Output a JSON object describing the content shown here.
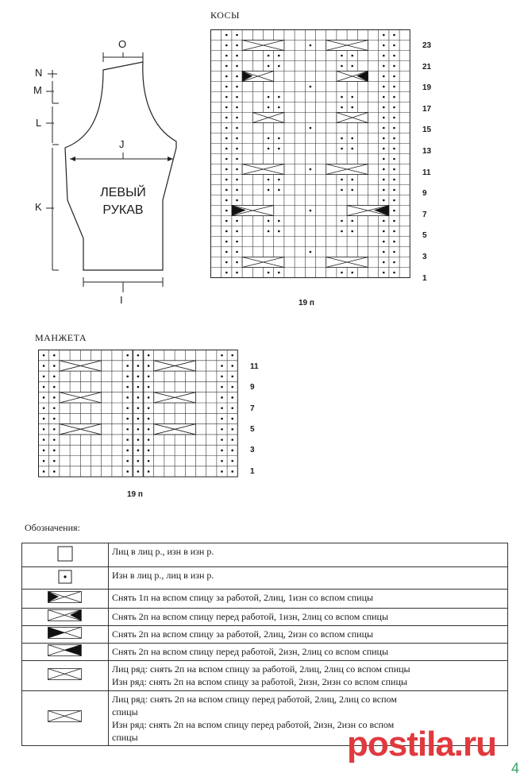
{
  "sleeve_diagram": {
    "text_line1": "ЛЕВЫЙ",
    "text_line2": "РУКАВ",
    "labels": {
      "O": "O",
      "N": "N",
      "M": "M",
      "L": "L",
      "J": "J",
      "K": "K",
      "I": "I"
    }
  },
  "cables_chart": {
    "title": "КОСЫ",
    "row_numbers": [
      "23",
      "21",
      "19",
      "17",
      "15",
      "13",
      "11",
      "9",
      "7",
      "5",
      "3",
      "1"
    ],
    "stitch_count": "19 п"
  },
  "cuff_chart": {
    "title": "МАНЖЕТА",
    "row_numbers": [
      "11",
      "9",
      "7",
      "5",
      "3",
      "1"
    ],
    "stitch_count": "19 п"
  },
  "legend": {
    "title": "Обозначения:",
    "rows": [
      {
        "symbol": "knit-square-icon",
        "lines": [
          "Лиц в лиц р., изн в изн р."
        ]
      },
      {
        "symbol": "purl-dot-icon",
        "lines": [
          "Изн в лиц р., лиц в изн р."
        ]
      },
      {
        "symbol": "cable-1-2-back-icon",
        "lines": [
          "Снять 1п на вспом спицу за работой, 2лиц, 1изн со вспом спицы"
        ]
      },
      {
        "symbol": "cable-2-1-front-icon",
        "lines": [
          "Снять 2п на вспом спицу перед работой, 1изн, 2лиц со вспом спицы"
        ]
      },
      {
        "symbol": "cable-2-2-back-purl-icon",
        "lines": [
          "Снять 2п на вспом спицу за работой, 2лиц, 2изн со вспом спицы"
        ]
      },
      {
        "symbol": "cable-2-2-front-purl-icon",
        "lines": [
          "Снять 2п на вспом спицу перед работой, 2изн, 2лиц со вспом спицы"
        ]
      },
      {
        "symbol": "cable-2-2-back-icon",
        "lines": [
          "Лиц ряд: снять 2п на вспом спицу за работой, 2лиц, 2лиц со вспом спицы",
          "Изн ряд: снять 2п на вспом спицу за работой, 2изн, 2изн со вспом спицы"
        ]
      },
      {
        "symbol": "cable-2-2-front-icon",
        "lines": [
          "Лиц ряд: снять 2п на вспом спицу перед работой, 2лиц, 2лиц со вспом",
          "спицы",
          "Изн ряд: снять 2п на вспом спицу перед работой, 2изн, 2изн со вспом",
          "спицы"
        ]
      }
    ]
  },
  "watermark": "postila.ru",
  "page_number": "4"
}
